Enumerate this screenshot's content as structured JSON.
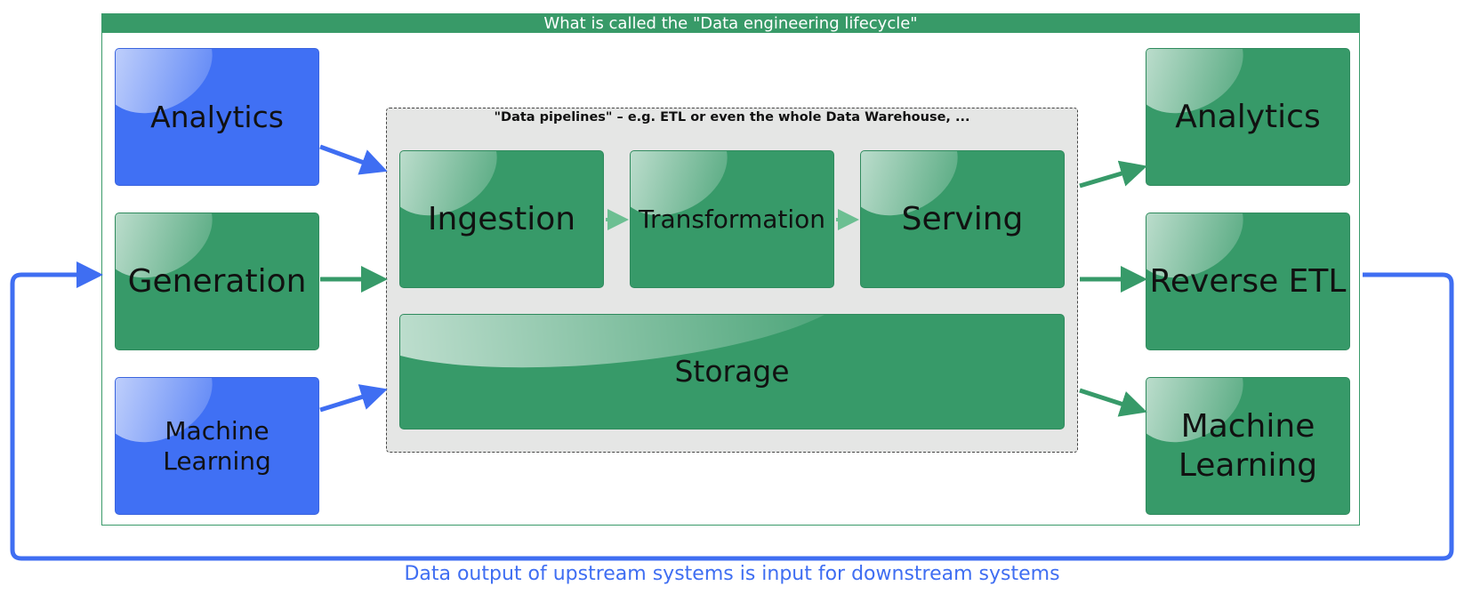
{
  "frame_title": "What is called the \"Data engineering lifecycle\"",
  "pipeline_title": "\"Data pipelines\" – e.g. ETL or even the whole Data Warehouse, ...",
  "sources": {
    "analytics": "Analytics",
    "generation": "Generation",
    "machine_learning": "Machine Learning"
  },
  "stages": {
    "ingestion": "Ingestion",
    "transformation": "Transformation",
    "serving": "Serving",
    "storage": "Storage"
  },
  "outputs": {
    "analytics": "Analytics",
    "reverse_etl": "Reverse ETL",
    "machine_learning": "Machine Learning"
  },
  "bottom_note": "Data output of upstream systems is input for downstream systems",
  "colors": {
    "green": "#379a69",
    "blue": "#4070f4",
    "pipeline_bg": "#e5e6e5"
  }
}
